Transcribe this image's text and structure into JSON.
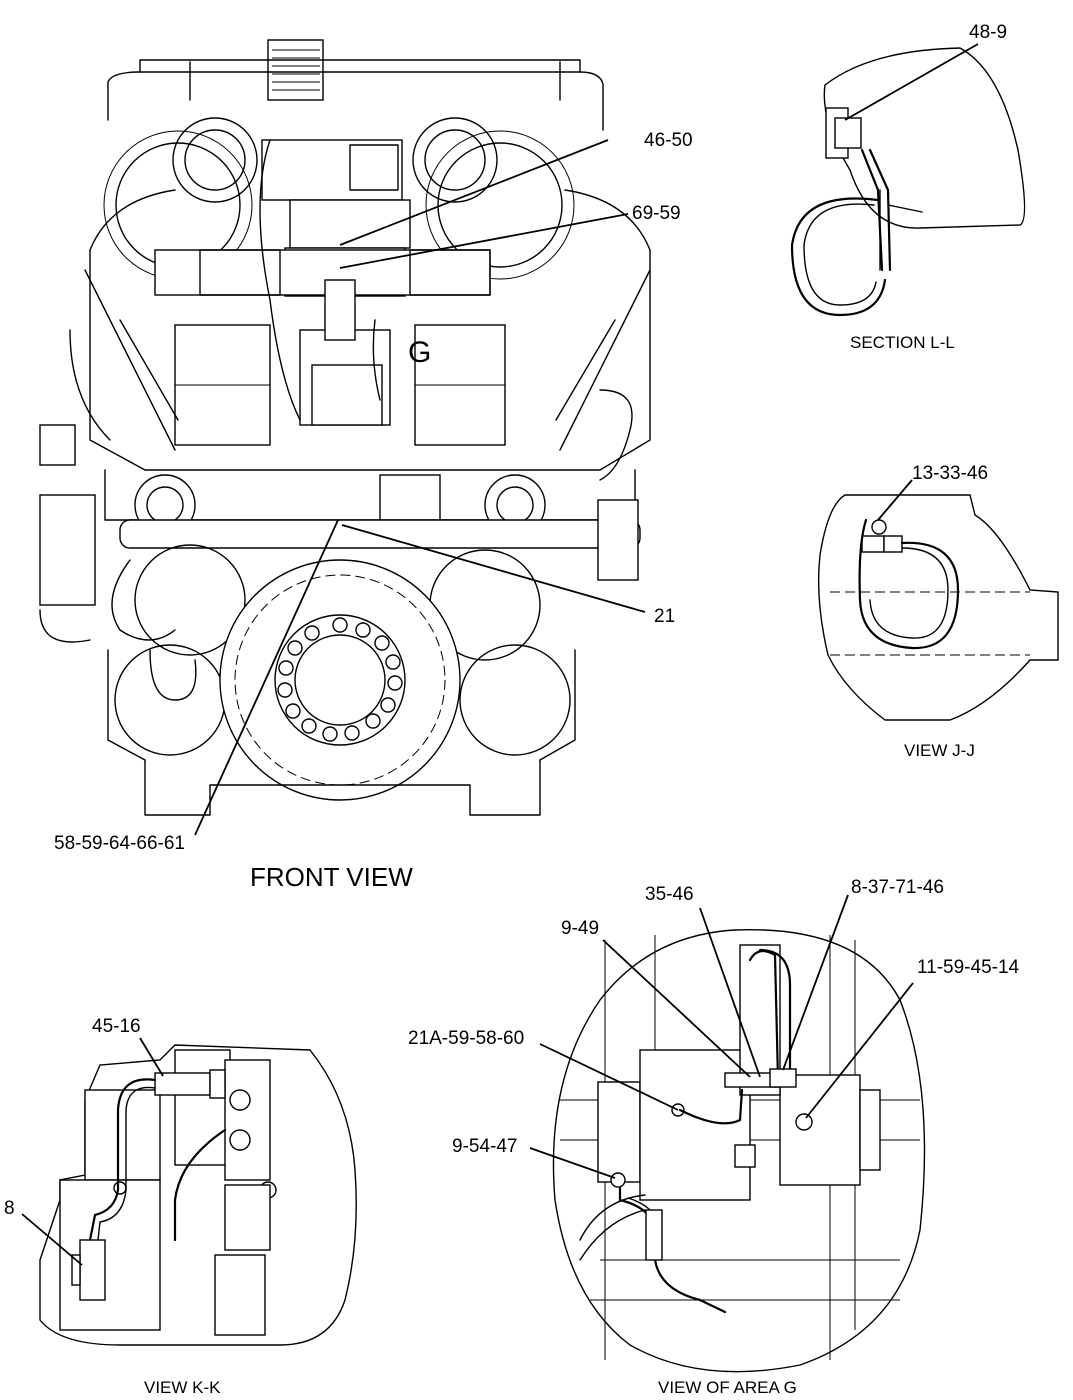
{
  "views": {
    "front": {
      "caption": "FRONT VIEW",
      "area_marker": "G"
    },
    "section_ll": {
      "caption": "SECTION L-L"
    },
    "view_jj": {
      "caption": "VIEW J-J"
    },
    "view_kk": {
      "caption": "VIEW K-K"
    },
    "view_area_g": {
      "caption": "VIEW OF AREA G"
    }
  },
  "callouts": {
    "c_48_9": "48-9",
    "c_46_50": "46-50",
    "c_69_59": "69-59",
    "c_13_33_46": "13-33-46",
    "c_21": "21",
    "c_58_59_64_66_61": "58-59-64-66-61",
    "c_35_46": "35-46",
    "c_8_37_71_46": "8-37-71-46",
    "c_9_49": "9-49",
    "c_11_59_45_14": "11-59-45-14",
    "c_21a_59_58_60": "21A-59-58-60",
    "c_9_54_47": "9-54-47",
    "c_45_16": "45-16",
    "c_8": "8"
  }
}
